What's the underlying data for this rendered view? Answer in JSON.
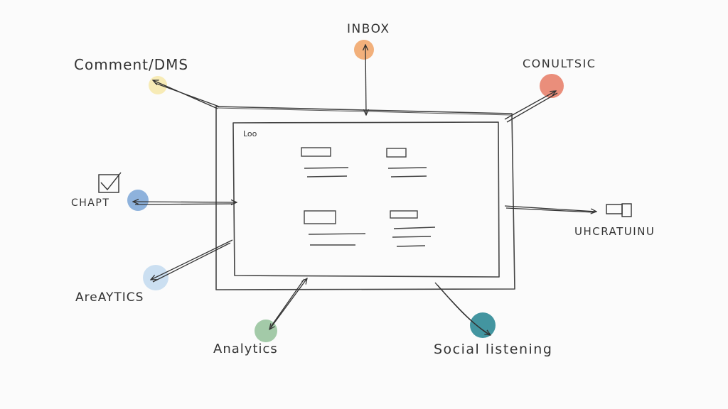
{
  "diagram": {
    "frame_label": "Loo",
    "nodes": [
      {
        "id": "inbox",
        "label": "INBOX",
        "color": "#f0a264"
      },
      {
        "id": "comments",
        "label": "Comment/DMS",
        "color": "#f6e9ae"
      },
      {
        "id": "consulting",
        "label": "CONULTSIC",
        "color": "#e67a64"
      },
      {
        "id": "chart",
        "label": "CHAPT",
        "color": "#7aa5d6"
      },
      {
        "id": "uncratuinu",
        "label": "UHCRATUINU",
        "color": ""
      },
      {
        "id": "areaytics",
        "label": "AreAYTICS",
        "color": "#c5dcf0"
      },
      {
        "id": "analytics",
        "label": "Analytics",
        "color": "#86b98c"
      },
      {
        "id": "social",
        "label": "Social listening",
        "color": "#2f8a96"
      }
    ]
  }
}
